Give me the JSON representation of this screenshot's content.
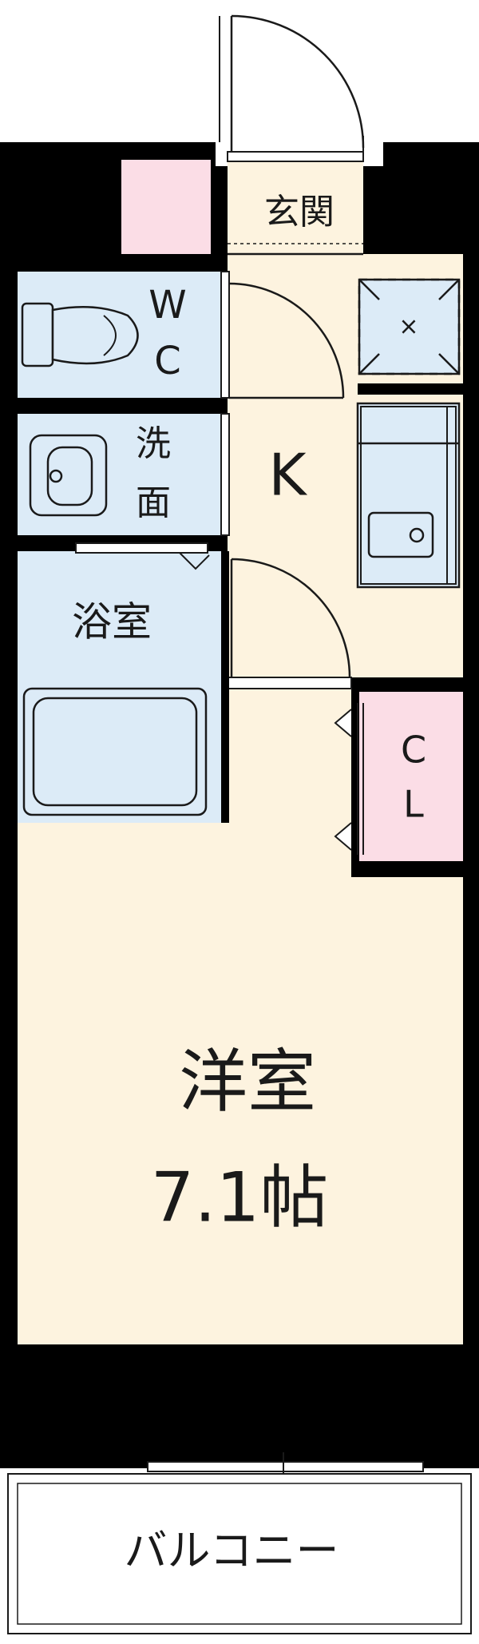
{
  "rooms": {
    "genkan": "玄関",
    "wc_top": "W",
    "wc_bottom": "C",
    "senmen_top": "洗",
    "senmen_bottom": "面",
    "yokushitsu": "浴室",
    "kitchen": "K",
    "closet_top": "C",
    "closet_bottom": "L",
    "yoshitsu": "洋室",
    "yoshitsu_size": "7.1帖",
    "balcony": "バルコニー",
    "washer_mark": "×"
  },
  "colors": {
    "wall": "#000000",
    "floor_main": "#fdf3df",
    "wet_area": "#dcebf7",
    "accent_pink": "#fbdde6",
    "line": "#1a1a1a"
  }
}
